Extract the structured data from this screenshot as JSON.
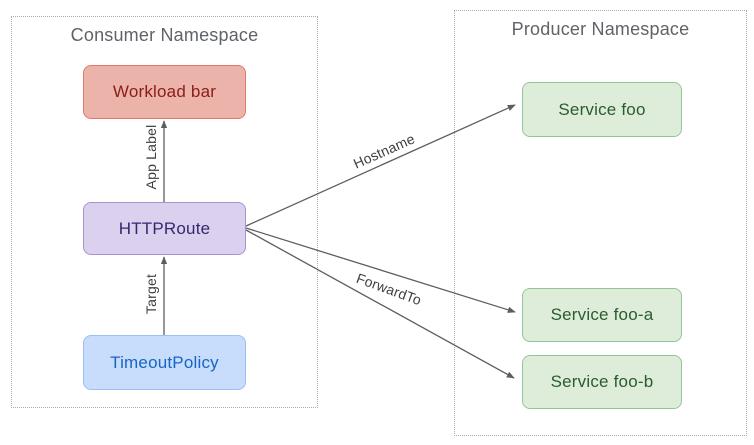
{
  "consumer": {
    "title": "Consumer Namespace",
    "nodes": {
      "workload": "Workload bar",
      "httproute": "HTTPRoute",
      "timeoutpolicy": "TimeoutPolicy"
    }
  },
  "producer": {
    "title": "Producer Namespace",
    "nodes": {
      "foo": "Service foo",
      "fooA": "Service foo-a",
      "fooB": "Service foo-b"
    }
  },
  "edges": {
    "app_label": "App Label",
    "target": "Target",
    "hostname": "Hostname",
    "forward_to": "ForwardTo"
  },
  "colors": {
    "workload_fill": "#ecb3ab",
    "workload_border": "#e0796d",
    "workload_text": "#8c1d18",
    "httproute_fill": "#dbd1ee",
    "httproute_border": "#a793d3",
    "httproute_text": "#35276e",
    "timeout_fill": "#c8dcfb",
    "timeout_border": "#9dbef7",
    "timeout_text": "#1766c2",
    "service_fill": "#ddedd9",
    "service_border": "#92c795",
    "service_text": "#2c5b2f",
    "namespace_border": "#aaadb0",
    "namespace_title_text": "#5f6368",
    "arrow_stroke": "#5a5e62",
    "edge_label_text": "#3c4043"
  }
}
